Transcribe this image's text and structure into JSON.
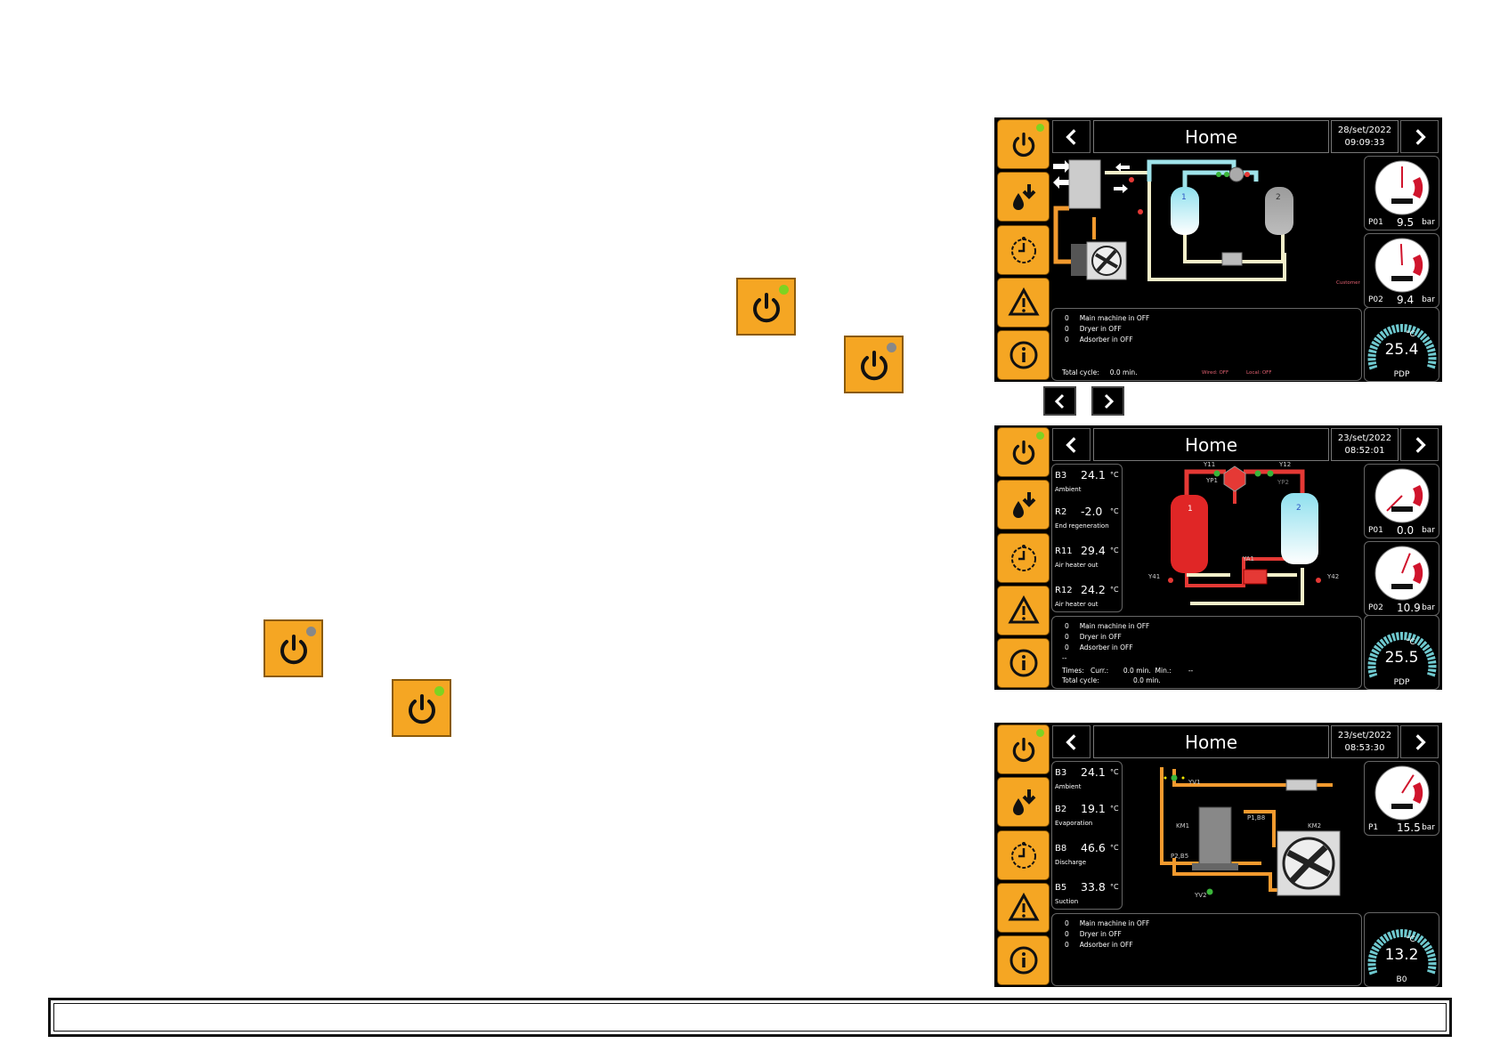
{
  "colors": {
    "accent_orange": "#f5a623",
    "led_green": "#7ed321",
    "led_gray": "#888888",
    "screen_bg": "#000000",
    "pipe_red": "#e53935",
    "pipe_orange": "#f29a2e",
    "pipe_cyan": "#9fe3ea",
    "pipe_cream": "#f3efc9",
    "gauge_red": "#d0142c",
    "pdp_teal": "#6fc9cf"
  },
  "loose_buttons": [
    {
      "icon": "power-icon",
      "led": "green"
    },
    {
      "icon": "power-icon",
      "led": "gray"
    },
    {
      "icon": "power-icon",
      "led": "gray"
    },
    {
      "icon": "power-icon",
      "led": "green"
    }
  ],
  "side_icons": [
    "power-icon",
    "drain-icon",
    "timer-icon",
    "warning-icon",
    "info-icon"
  ],
  "nav_icons": {
    "prev": "chevron-left-icon",
    "next": "chevron-right-icon"
  },
  "screens": [
    {
      "title": "Home",
      "date": "28/set/2022",
      "time": "09:09:33",
      "gauges": [
        {
          "label": "P01",
          "value": "9.5",
          "unit": "bar",
          "needle_fraction": 0.5
        },
        {
          "label": "P02",
          "value": "9.4",
          "unit": "bar",
          "needle_fraction": 0.49
        }
      ],
      "pdp": {
        "value": "25.4",
        "unit": "°C",
        "label": "PDP"
      },
      "messages": [
        {
          "count": "0",
          "text": "Main machine in OFF"
        },
        {
          "count": "0",
          "text": "Dryer in OFF"
        },
        {
          "count": "0",
          "text": "Adsorber in OFF"
        }
      ],
      "total_cycle_label": "Total cycle:",
      "total_cycle_value": "0.0  min.",
      "status_wired": "Wired: OFF",
      "status_local": "Local: OFF",
      "customer_label": "Customer",
      "tank_labels": [
        "1",
        "2"
      ]
    },
    {
      "title": "Home",
      "date": "23/set/2022",
      "time": "08:52:01",
      "sensors": [
        {
          "id": "B3",
          "value": "24.1",
          "unit": "°C",
          "desc": "Ambient"
        },
        {
          "id": "R2",
          "value": "-2.0",
          "unit": "°C",
          "desc": "End regeneration"
        },
        {
          "id": "R11",
          "value": "29.4",
          "unit": "°C",
          "desc": "Air heater out"
        },
        {
          "id": "R12",
          "value": "24.2",
          "unit": "°C",
          "desc": "Air heater out"
        }
      ],
      "gauges": [
        {
          "label": "P01",
          "value": "0.0",
          "unit": "bar",
          "needle_fraction": 0.0
        },
        {
          "label": "P02",
          "value": "10.9",
          "unit": "bar",
          "needle_fraction": 0.58
        }
      ],
      "pdp": {
        "value": "25.5",
        "unit": "°C",
        "label": "PDP"
      },
      "messages": [
        {
          "count": "0",
          "text": "Main machine in OFF"
        },
        {
          "count": "0",
          "text": "Dryer in OFF"
        },
        {
          "count": "0",
          "text": "Adsorber in OFF"
        }
      ],
      "dash": "--",
      "times_label": "Times:",
      "curr_label": "Curr.:",
      "curr_value": "0.0 min.",
      "min_label": "Min.:",
      "min_value": "--",
      "total_cycle_label": "Total cycle:",
      "total_cycle_value": "0.0 min.",
      "diagram_labels": [
        "Y11",
        "Y12",
        "YP1",
        "YP2",
        "YA1",
        "Y41",
        "Y42"
      ],
      "tank_labels": [
        "1",
        "2"
      ]
    },
    {
      "title": "Home",
      "date": "23/set/2022",
      "time": "08:53:30",
      "sensors": [
        {
          "id": "B3",
          "value": "24.1",
          "unit": "°C",
          "desc": "Ambient"
        },
        {
          "id": "B2",
          "value": "19.1",
          "unit": "°C",
          "desc": "Evaporation"
        },
        {
          "id": "B8",
          "value": "46.6",
          "unit": "°C",
          "desc": "Discharge"
        },
        {
          "id": "B5",
          "value": "33.8",
          "unit": "°C",
          "desc": "Suction"
        }
      ],
      "gauges": [
        {
          "label": "P1",
          "value": "15.5",
          "unit": "bar",
          "needle_fraction": 0.62
        }
      ],
      "pdp": {
        "value": "13.2",
        "unit": "°C",
        "label": "B0"
      },
      "messages": [
        {
          "count": "0",
          "text": "Main machine in OFF"
        },
        {
          "count": "0",
          "text": "Dryer in OFF"
        },
        {
          "count": "0",
          "text": "Adsorber in OFF"
        }
      ],
      "diagram_labels": [
        "YV1",
        "KM1",
        "P1,B8",
        "KM2",
        "P2,B5",
        "YV2"
      ]
    }
  ]
}
